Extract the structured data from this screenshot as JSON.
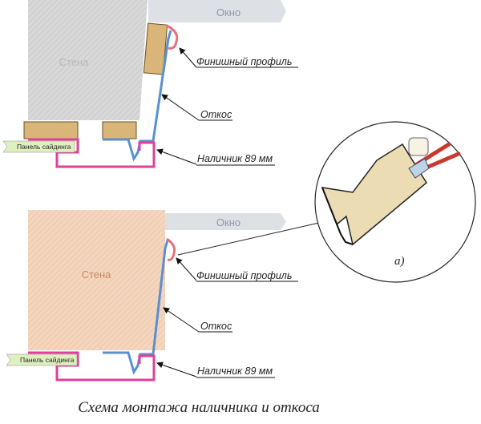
{
  "top": {
    "window": "Окно",
    "wall": "Стена",
    "finish": "Финишный профиль",
    "slope": "Откос",
    "panel": "Панель сайдинга",
    "trim": "Наличник 89 мм"
  },
  "bottom": {
    "window": "Окно",
    "wall": "Стена",
    "finish": "Финишный профиль",
    "slope": "Откос",
    "panel": "Панель сайдинга",
    "trim": "Наличник 89 мм"
  },
  "detail": {
    "label": "а)"
  },
  "caption": "Схема монтажа наличника и откоса",
  "colors": {
    "trim": "#e0409a",
    "slope": "#5a8fd0",
    "profile": "#e8707a",
    "wood": "#d9b57a",
    "wall_gray": "#d6d6d6",
    "wall_orange": "#f2d2b8",
    "window": "#dde1e6",
    "panel_tag": "#dff0c0"
  }
}
